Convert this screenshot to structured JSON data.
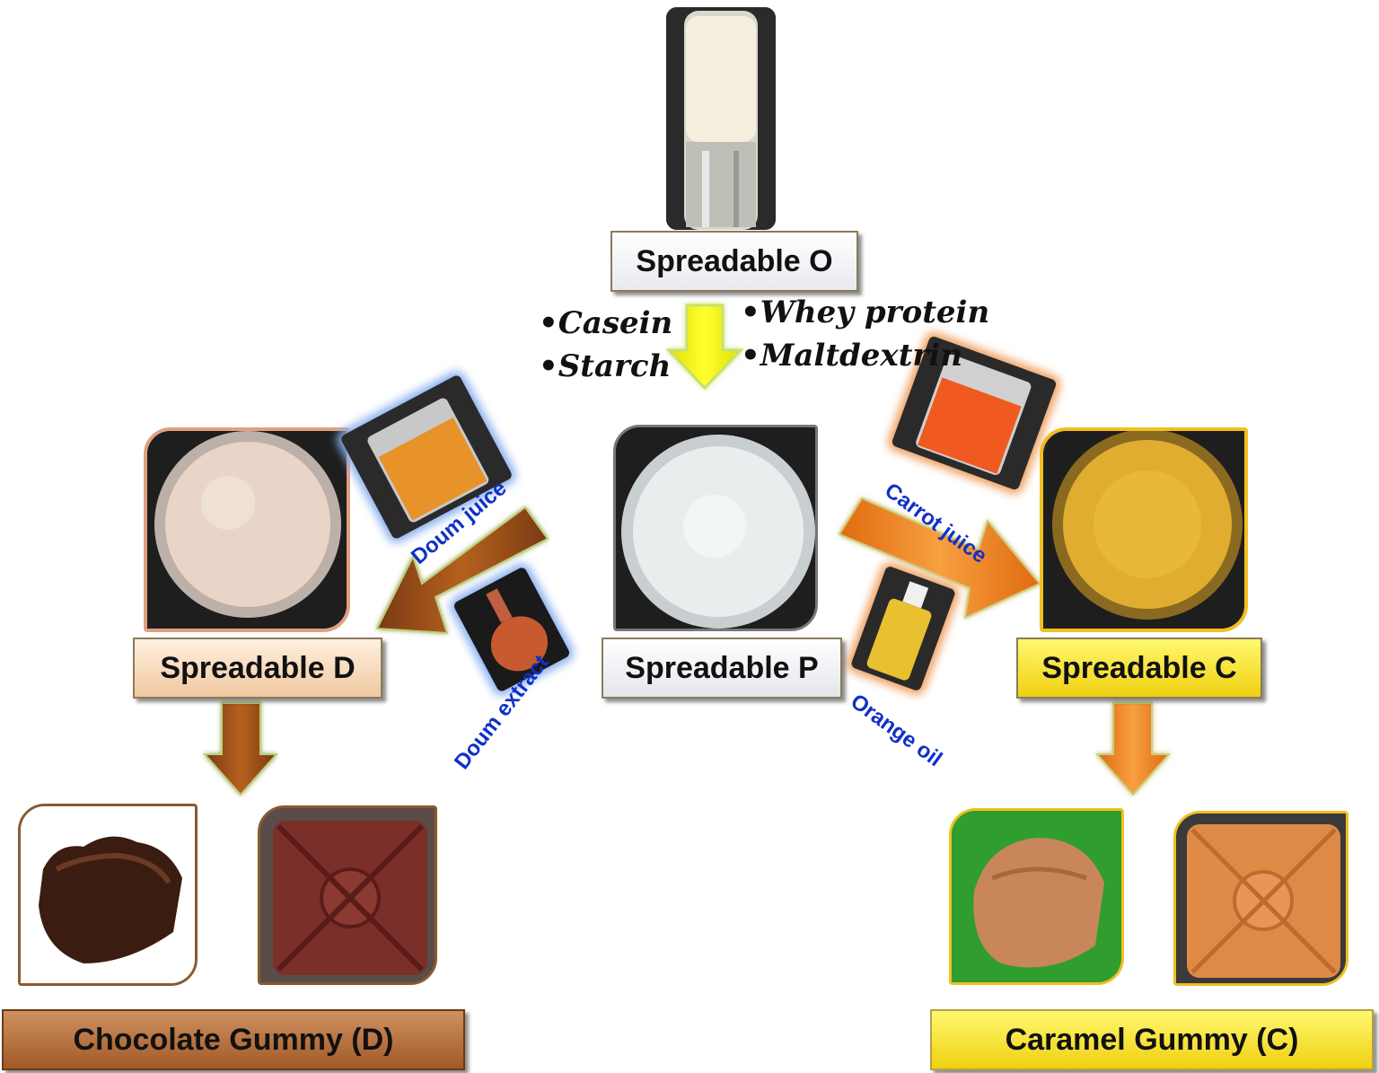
{
  "nodes": {
    "spreadable_o": "Spreadable O",
    "spreadable_p": "Spreadable P",
    "spreadable_d": "Spreadable D",
    "spreadable_c": "Spreadable C",
    "chocolate_gummy": "Chocolate Gummy  (D)",
    "caramel_gummy": "Caramel Gummy  (C)"
  },
  "ingredients": {
    "left": [
      "•Casein",
      "•Starch"
    ],
    "right": [
      "•Whey protein",
      "•Maltdextrin"
    ]
  },
  "additives": {
    "doum_juice": "Doum juice",
    "doum_extract": "Doum extract",
    "carrot_juice": "Carrot juice",
    "orange_oil": "Orange oil"
  },
  "colors": {
    "arrow_yellow": "#f4f400",
    "arrow_brown": "#a8551a",
    "arrow_orange": "#f08a28",
    "label_blue": "#1030c8"
  }
}
